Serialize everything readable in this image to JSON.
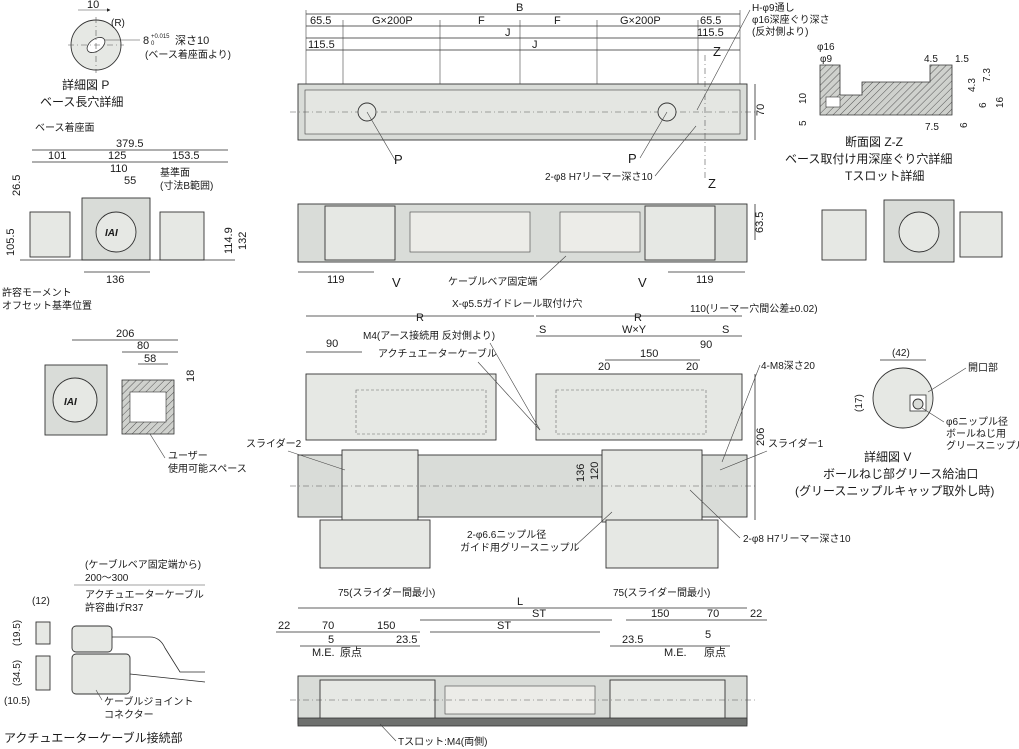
{
  "detail_p": {
    "dim_10": "10",
    "radius_r": "(R)",
    "tol_8": "8",
    "tol_sup": "+0.015",
    "tol_sub": "0",
    "depth10": "深さ10",
    "note": "(ベース着座面より)",
    "title1": "詳細図 P",
    "title2": "ベース長穴詳細"
  },
  "top_view": {
    "dim_B": "B",
    "dim_65_5_l": "65.5",
    "dim_GxP_l": "G×200P",
    "dim_F_l": "F",
    "dim_F_r": "F",
    "dim_GxP_r": "G×200P",
    "dim_65_5_r": "65.5",
    "dim_J_top": "J",
    "dim_115_5_l": "115.5",
    "dim_J_mid": "J",
    "dim_115_5_r": "115.5",
    "dim_70": "70",
    "label_P_l": "P",
    "label_P_r": "P",
    "label_Z_top": "Z",
    "label_Z_bot": "Z",
    "note_h_phi9": "H-φ9通し",
    "note_phi16": "φ16深座ぐり深さ",
    "note_phi16b": "(反対側より)",
    "note_reamer": "2-φ8 H7リーマー深さ10"
  },
  "section_zz": {
    "dim_phi16": "φ16",
    "dim_phi9": "φ9",
    "dim_4_5": "4.5",
    "dim_1_5": "1.5",
    "dim_10": "10",
    "dim_5": "5",
    "dim_4_3": "4.3",
    "dim_7_3": "7.3",
    "dim_6": "6",
    "dim_16": "16",
    "dim_7_5": "7.5",
    "dim_6b": "6",
    "title1": "断面図 Z-Z",
    "title2": "ベース取付け用深座ぐり穴詳細",
    "title3": "Tスロット詳細"
  },
  "end_view": {
    "label_base_seat": "ベース着座面",
    "dim_379_5": "379.5",
    "dim_101": "101",
    "dim_125": "125",
    "dim_153_5": "153.5",
    "dim_110": "110",
    "dim_55": "55",
    "label_ref_surface": "基準面",
    "label_ref_range": "(寸法B範囲)",
    "dim_26_5": "26.5",
    "dim_105_5": "105.5",
    "dim_114_9": "114.9",
    "dim_132": "132",
    "dim_136": "136",
    "note_moment1": "許容モーメント",
    "note_moment2": "オフセット基準位置",
    "logo": "IAI"
  },
  "side_view": {
    "dim_63_5": "63.5",
    "dim_119_l": "119",
    "dim_119_r": "119",
    "label_V_l": "V",
    "label_V_r": "V",
    "note_cable_fixed": "ケーブルベア固定端"
  },
  "user_space": {
    "dim_206": "206",
    "dim_80": "80",
    "dim_58": "58",
    "dim_18": "18",
    "note1": "ユーザー",
    "note2": "使用可能スペース",
    "logo": "IAI"
  },
  "slider_top": {
    "dim_R_l": "R",
    "dim_R_r": "R",
    "dim_90_l": "90",
    "dim_S_l": "S",
    "dim_WxY": "W×Y",
    "dim_S_r": "S",
    "dim_150": "150",
    "dim_20_l": "20",
    "dim_20_r": "20",
    "dim_90_r": "90",
    "dim_206": "206",
    "dim_136": "136",
    "dim_120": "120",
    "note_guide": "X-φ5.5ガイドレール取付け穴",
    "note_reamer_tol": "110(リーマー穴間公差±0.02)",
    "note_m4": "M4(アース接続用 反対側より)",
    "note_actuator_cable": "アクチュエーターケーブル",
    "note_m8": "4-M8深さ20",
    "label_slider2": "スライダー2",
    "label_slider1": "スライダー1",
    "note_nipple1": "2-φ6.6ニップル径",
    "note_nipple2": "ガイド用グリースニップル",
    "note_reamer8": "2-φ8 H7リーマー深さ10"
  },
  "detail_v": {
    "dim_42": "(42)",
    "dim_17": "(17)",
    "label_opening": "開口部",
    "note_nipple1": "φ6ニップル径",
    "note_nipple2": "ボールねじ用",
    "note_nipple3": "グリースニップル",
    "title1": "詳細図 V",
    "title2": "ボールねじ部グリース給油口",
    "title3": "(グリースニップルキャップ取外し時)"
  },
  "cable_joint": {
    "note_from1": "(ケーブルベア固定端から)",
    "note_from2": "200～300",
    "note_cable1": "アクチュエーターケーブル",
    "note_cable2": "許容曲げR37",
    "dim_12": "(12)",
    "dim_19_5": "(19.5)",
    "dim_34_5": "(34.5)",
    "dim_10_5": "(10.5)",
    "note_joint1": "ケーブルジョイント",
    "note_joint2": "コネクター",
    "title": "アクチュエーターケーブル接続部"
  },
  "bottom_view": {
    "dim_L": "L",
    "dim_ST_top": "ST",
    "dim_ST_mid": "ST",
    "note_min_l": "75(スライダー間最小)",
    "note_min_r": "75(スライダー間最小)",
    "dim_22_l": "22",
    "dim_70_l": "70",
    "dim_150_l": "150",
    "dim_23_5_l": "23.5",
    "dim_5_l": "5",
    "label_me_l": "M.E.",
    "label_origin_l": "原点",
    "dim_150_r": "150",
    "dim_70_r": "70",
    "dim_22_r": "22",
    "dim_23_5_r": "23.5",
    "dim_5_r": "5",
    "label_me_r": "M.E.",
    "label_origin_r": "原点",
    "note_tslot": "Tスロット:M4(両側)"
  }
}
